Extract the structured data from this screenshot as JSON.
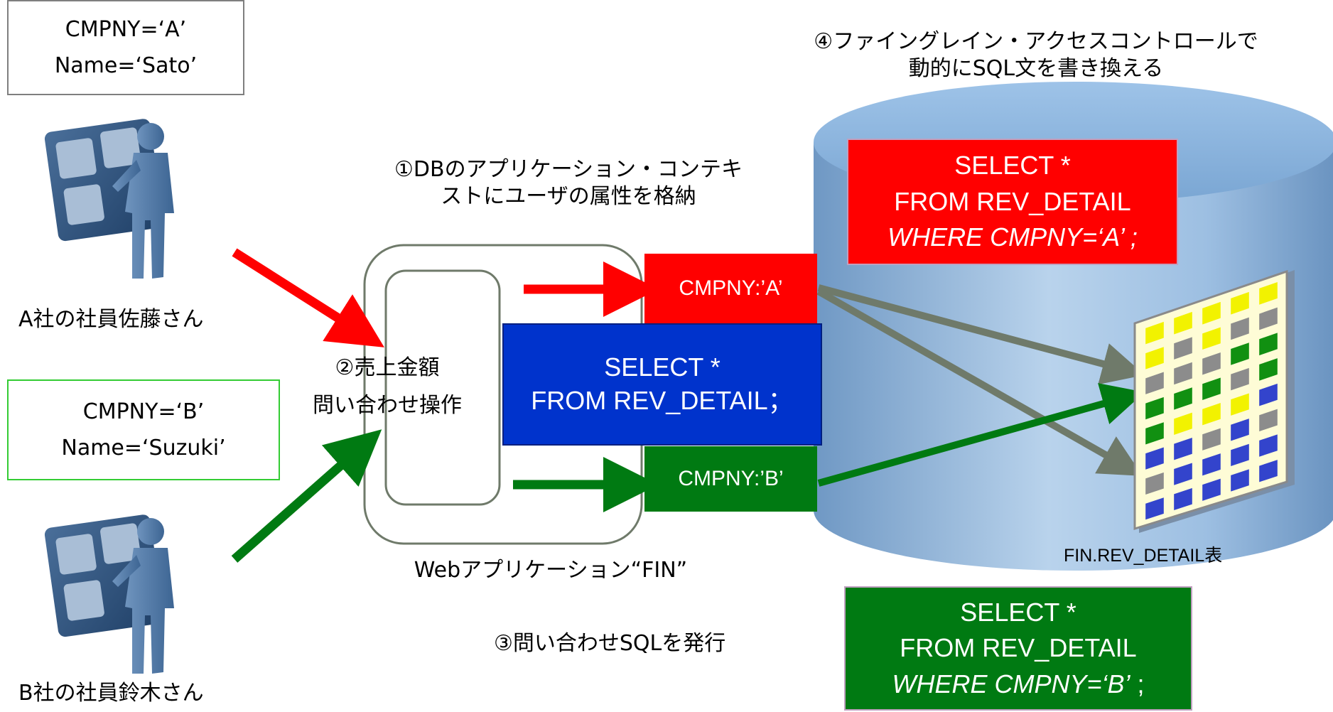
{
  "user_a": {
    "cmpny": "CMPNY=‘A’",
    "name": "Name=‘Sato’",
    "label": "A社の社員佐藤さん"
  },
  "user_b": {
    "cmpny": "CMPNY=‘B’",
    "name": "Name=‘Suzuki’",
    "label": "B社の社員鈴木さん"
  },
  "step1": {
    "line1": "①DBのアプリケーション・コンテキ",
    "line2": "ストにユーザの属性を格納"
  },
  "step2": {
    "line1": "②売上金額",
    "line2": "問い合わせ操作"
  },
  "step3": "③問い合わせSQLを発行",
  "step4": {
    "line1": "④ファイングレイン・アクセスコントロールで",
    "line2": "動的にSQL文を書き換える"
  },
  "app_label": "Webアプリケーション“FIN”",
  "context_a": "CMPNY:’A’",
  "context_b": "CMPNY:’B’",
  "query": {
    "line1": "SELECT *",
    "line2": "FROM REV_DETAIL；"
  },
  "rewritten_a": {
    "line1": "SELECT *",
    "line2": "FROM REV_DETAIL",
    "line3": "WHERE CMPNY=‘A’ ;"
  },
  "rewritten_b": {
    "line1": "SELECT *",
    "line2": "FROM REV_DETAIL",
    "line3_italic": "WHERE CMPNY=‘B’",
    "line3_suffix": " ;"
  },
  "table_label": "FIN.REV_DETAIL表",
  "colors": {
    "red": "#ff0000",
    "green": "#007a12",
    "blue": "#0033cc",
    "db": "#8fb2d6",
    "arrow_gray": "#6f7a6a"
  },
  "icons": {
    "user": "person-at-board-icon",
    "database": "database-cylinder-icon",
    "table": "table-grid-icon"
  }
}
